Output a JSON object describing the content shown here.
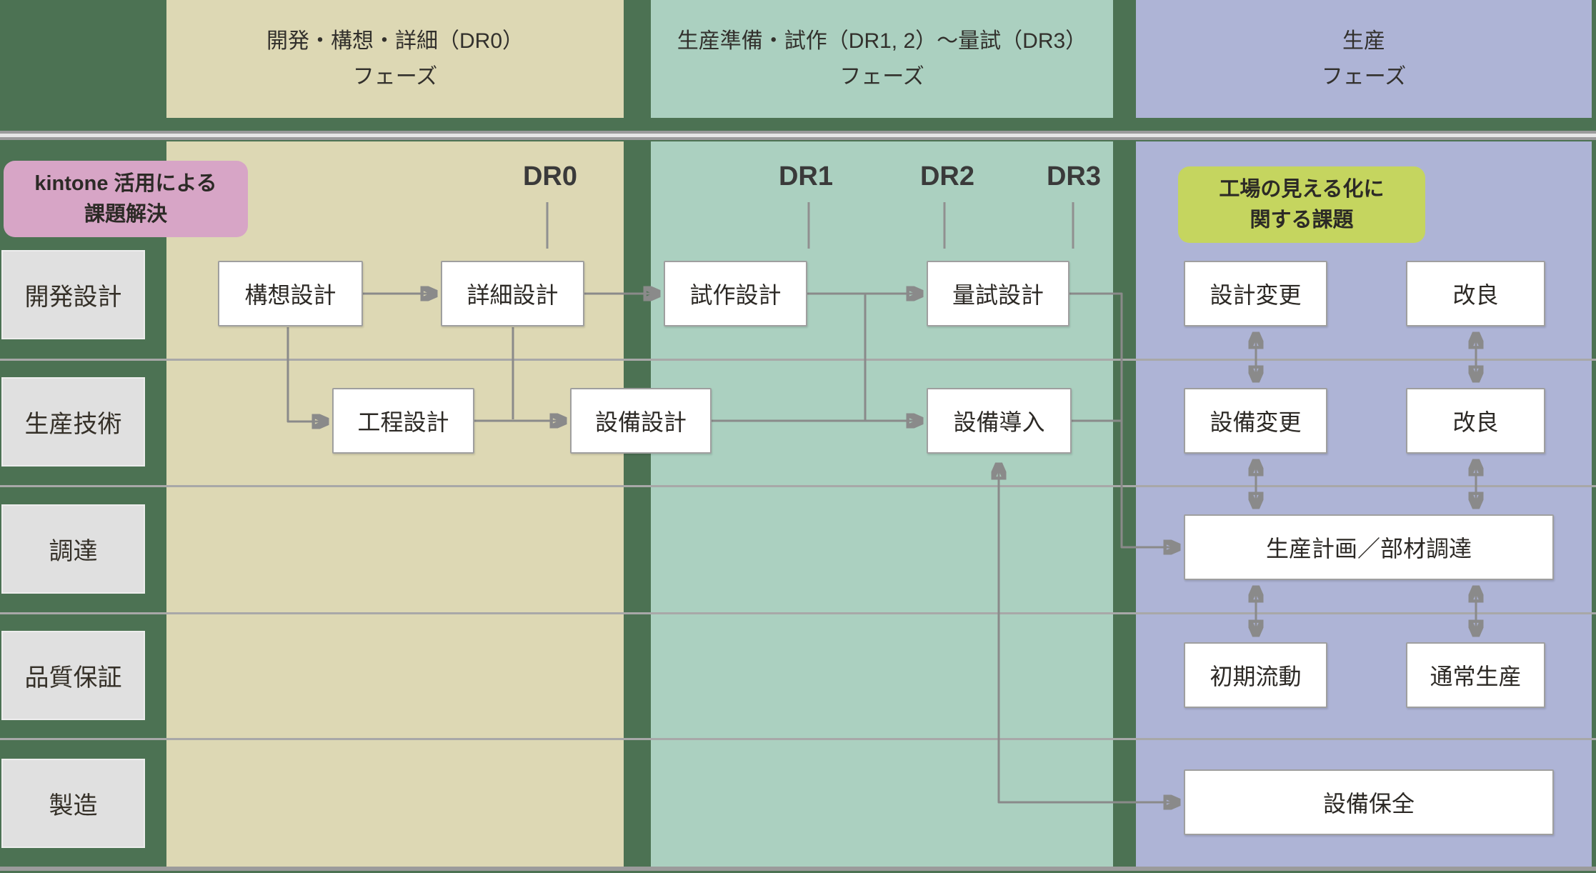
{
  "colors": {
    "background_green": "#4c7253",
    "phase_dev_tan": "#ddd8b4",
    "phase_preprod_teal": "#abd0c0",
    "phase_prod_blue": "#aeb4d6",
    "badge_kintone_pink": "#d7a5c6",
    "badge_factory_green": "#c5d55f",
    "sidebar_gray": "#e0e0e0",
    "box_white": "#ffffff",
    "box_border_gray": "#9f9f9f",
    "connector_gray": "#8a8a8a",
    "divider_gray": "#a8a8a8"
  },
  "phase_headers": [
    {
      "line1": "開発・構想・詳細（DR0）",
      "line2": "フェーズ"
    },
    {
      "line1": "生産準備・試作（DR1, 2）〜量試（DR3）",
      "line2": "フェーズ"
    },
    {
      "line1": "生産",
      "line2": "フェーズ"
    }
  ],
  "sidebar_rows": [
    {
      "label": "開発設計"
    },
    {
      "label": "生産技術"
    },
    {
      "label": "調達"
    },
    {
      "label": "品質保証"
    },
    {
      "label": "製造"
    }
  ],
  "badges": {
    "kintone": {
      "line1": "kintone 活用による",
      "line2": "課題解決"
    },
    "factory": {
      "line1": "工場の見える化に",
      "line2": "関する課題"
    }
  },
  "dr_labels": [
    {
      "label": "DR0"
    },
    {
      "label": "DR1"
    },
    {
      "label": "DR2"
    },
    {
      "label": "DR3"
    }
  ],
  "flow_boxes": [
    {
      "label": "構想設計"
    },
    {
      "label": "詳細設計"
    },
    {
      "label": "試作設計"
    },
    {
      "label": "量試設計"
    },
    {
      "label": "設計変更"
    },
    {
      "label": "改良"
    },
    {
      "label": "工程設計"
    },
    {
      "label": "設備設計"
    },
    {
      "label": "設備導入"
    },
    {
      "label": "設備変更"
    },
    {
      "label": "改良"
    },
    {
      "label": "生産計画／部材調達"
    },
    {
      "label": "初期流動"
    },
    {
      "label": "通常生産"
    },
    {
      "label": "設備保全"
    }
  ]
}
